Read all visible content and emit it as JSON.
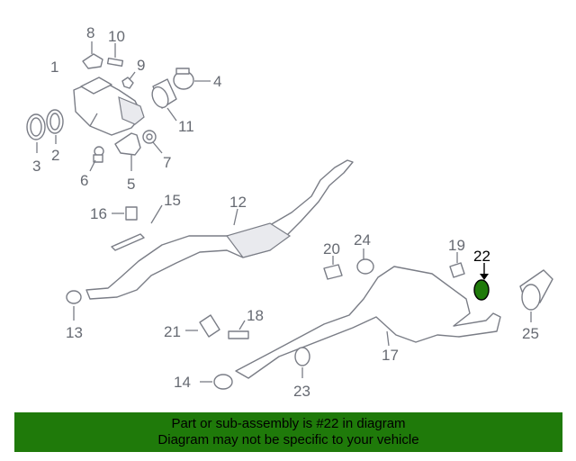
{
  "diagram": {
    "callouts": [
      "1",
      "2",
      "3",
      "4",
      "5",
      "6",
      "7",
      "8",
      "9",
      "10",
      "11",
      "12",
      "13",
      "14",
      "15",
      "16",
      "17",
      "18",
      "19",
      "20",
      "21",
      "22",
      "23",
      "24",
      "25"
    ],
    "highlighted_part": "22",
    "highlight_color": "#1f7a0a"
  },
  "banner": {
    "line1": "Part or sub-assembly is #22 in diagram",
    "line2": "Diagram may not be specific to your vehicle",
    "background": "#1f7a0a"
  }
}
